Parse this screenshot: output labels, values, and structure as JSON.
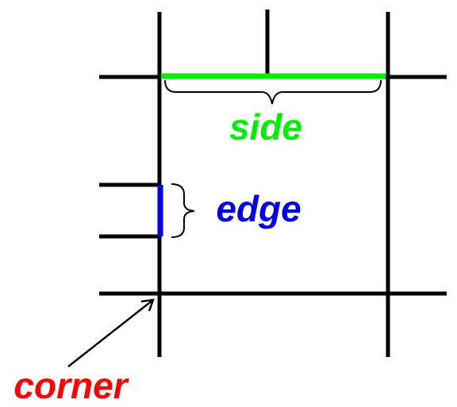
{
  "labels": {
    "side": "side",
    "edge": "edge",
    "corner": "corner"
  },
  "colors": {
    "grid": "#000000",
    "side": "#00ee00",
    "edge": "#0000ee",
    "corner": "#ff0000"
  }
}
